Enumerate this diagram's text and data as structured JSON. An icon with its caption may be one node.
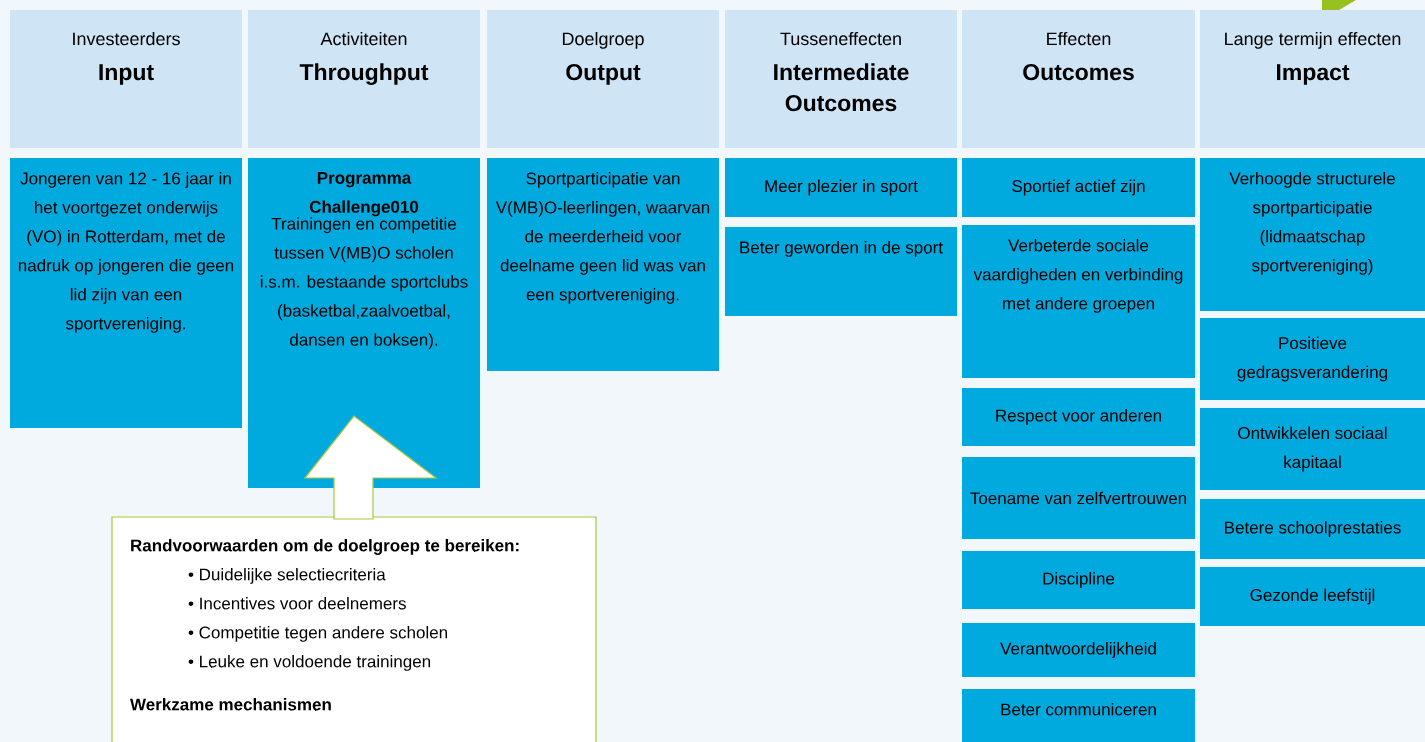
{
  "diagram": {
    "nodes": [
      {
        "text": [
          "Investeerders",
          "Input"
        ]
      },
      {
        "text": [
          "Activiteiten",
          "Throughput"
        ]
      },
      {
        "text": [
          "Doelgroep",
          "Output"
        ]
      },
      {
        "text": [
          "Tusseneffecten",
          "Intermediate Outcomes"
        ]
      },
      {
        "text": [
          "Effecten",
          "Outcomes"
        ]
      },
      {
        "text": [
          "Lange termijn effecten",
          "Impact"
        ]
      },
      {
        "text": [
          "Jongeren van 12 - 16 jaar in het voortgezet onderwijs (VO) in Rotterdam, met de nadruk op jongeren die geen lid zijn van een sportvereniging."
        ]
      },
      {
        "text": [
          "Programma Challenge010",
          "Trainingen en competitie tussen V(MB)O scholen i.s.m. bestaande sportclubs (basketbal,zaalvoetbal, dansen en boksen)."
        ]
      },
      {
        "text": [
          "Sportparticipatie van V(MB)O-leerlingen, waarvan de meerderheid voor deelname geen lid was van een sportvereniging."
        ]
      },
      {
        "text": [
          "Meer plezier in sport"
        ]
      },
      {
        "text": [
          "Beter geworden in de sport"
        ]
      },
      {
        "text": [
          "Sportief actief zijn"
        ]
      },
      {
        "text": [
          "Verbeterde sociale vaardigheden en verbinding met andere groepen"
        ]
      },
      {
        "text": [
          "Respect voor anderen"
        ]
      },
      {
        "text": [
          "Toename van zelfvertrouwen"
        ]
      },
      {
        "text": [
          "Discipline"
        ]
      },
      {
        "text": [
          "Verantwoordelijkheid"
        ]
      },
      {
        "text": [
          "Beter communiceren"
        ]
      },
      {
        "text": [
          "Verhoogde structurele sportparticipatie (lidmaatschap sportvereniging)"
        ]
      },
      {
        "text": [
          "Positieve gedragsverandering"
        ]
      },
      {
        "text": [
          "Ontwikkelen sociaal kapitaal"
        ]
      },
      {
        "text": [
          "Betere schoolprestaties"
        ]
      },
      {
        "text": [
          "Gezonde leefstijl"
        ]
      },
      {
        "text": [
          "Randvoorwaarden om de doelgroep te bereiken:",
          "• Duidelijke selectiecriteria",
          "• Incentives voor deelnemers",
          "• Competitie tegen andere scholen",
          "• Leuke en voldoende trainingen",
          "Werkzame mechanismen"
        ]
      }
    ],
    "edges": [
      {
        "from": 23,
        "to": 7,
        "arrow": "to"
      }
    ]
  }
}
